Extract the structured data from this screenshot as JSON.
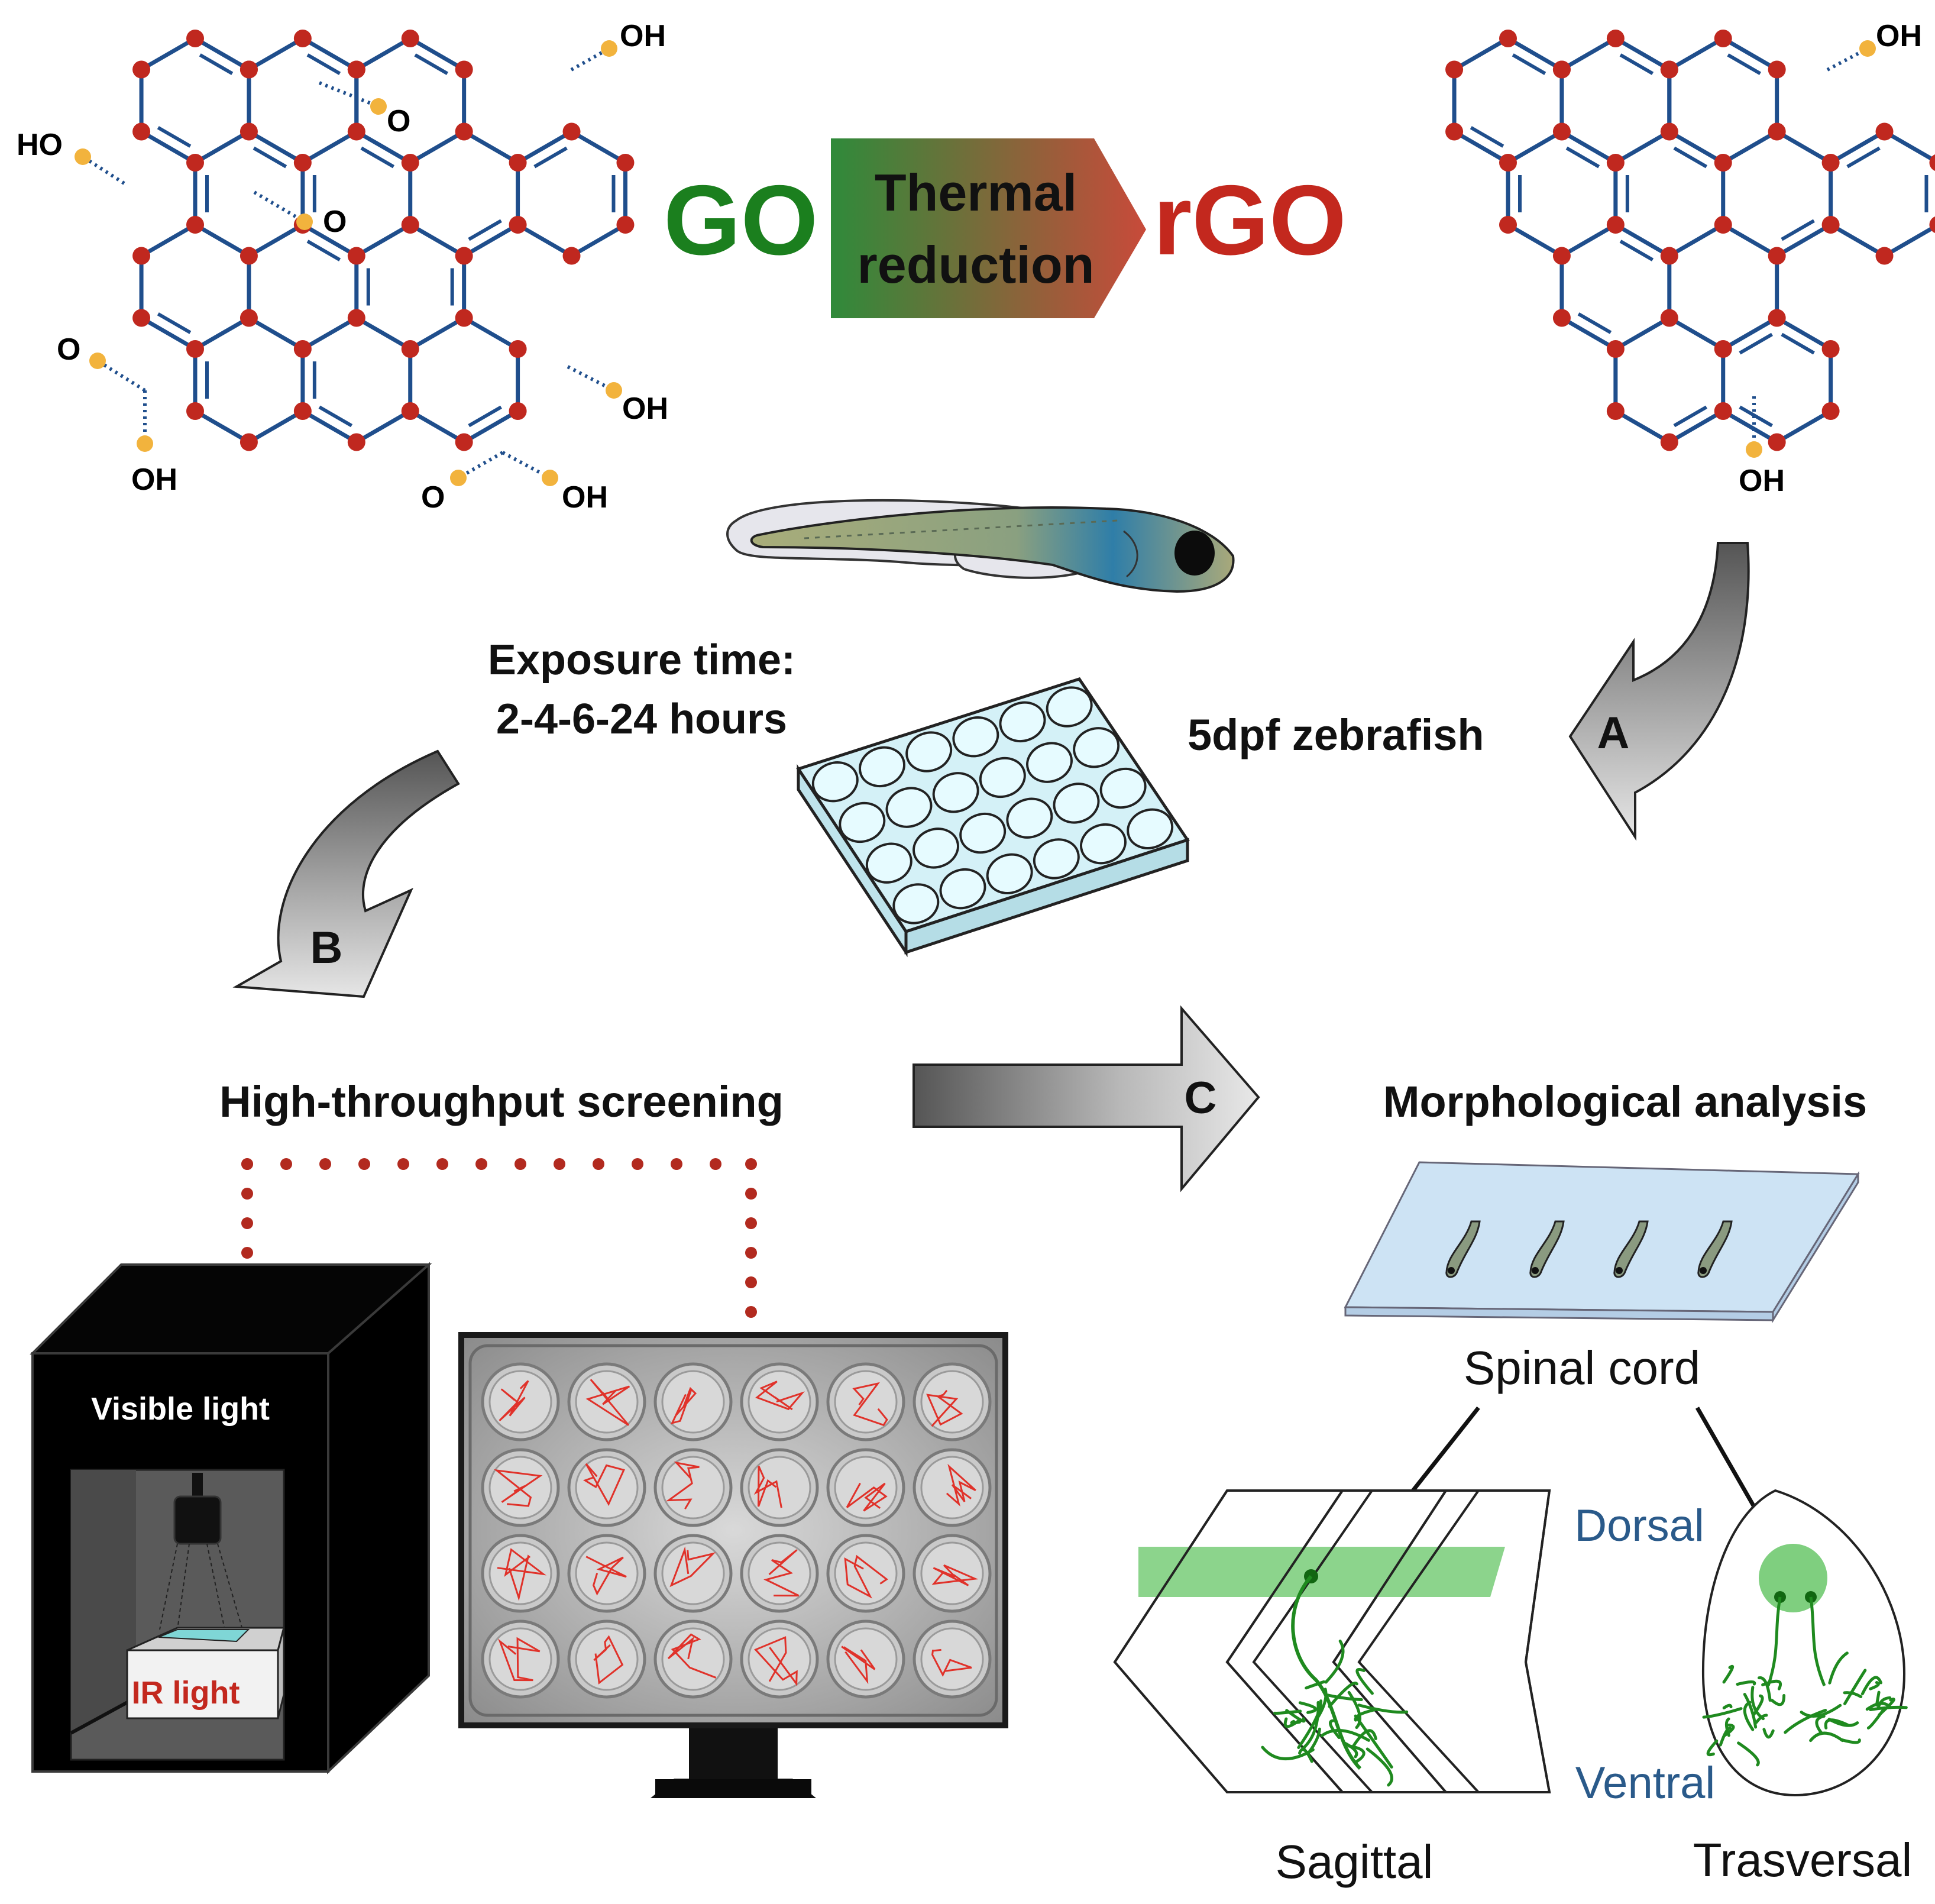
{
  "go_label": "GO",
  "rgo_label": "rGO",
  "reduction": {
    "line1": "Thermal",
    "line2": "reduction"
  },
  "go_groups": {
    "oh_top": "OH",
    "ho_left": "HO",
    "o_epoxy_1": "O",
    "o_epoxy_2": "O",
    "o_left_carboxyl": "O",
    "oh_left_carboxyl": "OH",
    "oh_right": "OH",
    "o_bottom_carboxyl": "O",
    "oh_bottom_carboxyl": "OH"
  },
  "rgo_groups": {
    "oh_top": "OH",
    "oh_bottom": "OH"
  },
  "arrows": {
    "a": "A",
    "b": "B",
    "c": "C"
  },
  "exposure": {
    "line1": "Exposure time:",
    "line2": "2-4-6-24 hours"
  },
  "zebrafish_label": "5dpf zebrafish",
  "hts_label": "High-throughput screening",
  "morph_label": "Morphological analysis",
  "visible_light": "Visible light",
  "ir_light": "IR light",
  "spinal_cord": "Spinal cord",
  "dorsal": "Dorsal",
  "ventral": "Ventral",
  "sagittal": "Sagittal",
  "transversal": "Trasversal",
  "colors": {
    "bond": "#1f4e8c",
    "atom": "#c0281f",
    "oxygen": "#f2b33d",
    "go_green": "#1b7f1e",
    "rgo_red": "#c3281e",
    "dotted_red": "#b22a1f",
    "neuron_green": "#1f8a1f",
    "band_green": "#7fcf7f",
    "plate_blue": "#cdeff5",
    "label_blue": "#2a5a8a"
  }
}
